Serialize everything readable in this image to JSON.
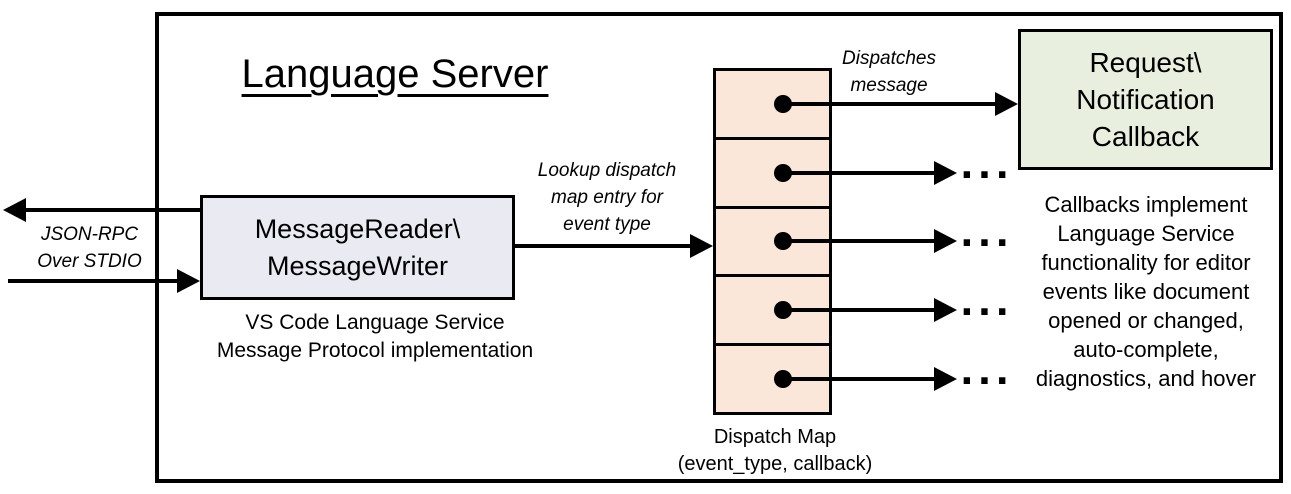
{
  "colors": {
    "line": "#000000",
    "reader_fill": "#eaeaf2",
    "dispatch_fill": "#fbe7d9",
    "callback_fill": "#e8efdf"
  },
  "diagram": {
    "title": "Language Server",
    "io_label": "JSON-RPC\nOver STDIO",
    "reader_box": "MessageReader\\\nMessageWriter",
    "reader_caption": "VS Code Language Service\nMessage Protocol implementation",
    "lookup_label": "Lookup dispatch\nmap entry for\nevent type",
    "dispatches_label": "Dispatches\nmessage",
    "callback_box": "Request\\\nNotification\nCallback",
    "callbacks_note": "Callbacks implement\nLanguage Service\nfunctionality for editor\nevents like document\nopened or changed,\nauto-complete,\ndiagnostics, and hover",
    "dispatch_caption": "Dispatch Map\n(event_type, callback)",
    "ellipsis": "..."
  }
}
